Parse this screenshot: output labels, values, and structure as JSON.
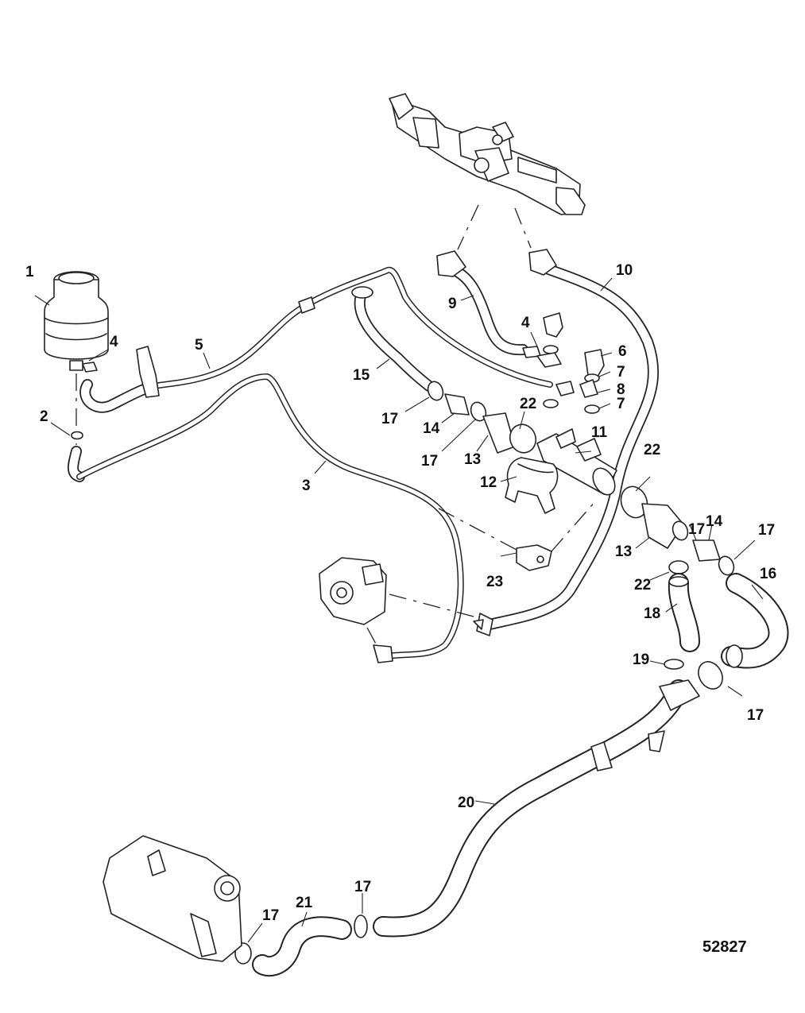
{
  "figure_number": "52827",
  "callouts": [
    "1",
    "2",
    "3",
    "4",
    "4",
    "5",
    "6",
    "7",
    "7",
    "8",
    "9",
    "10",
    "11",
    "12",
    "13",
    "13",
    "14",
    "14",
    "15",
    "16",
    "17",
    "17",
    "17",
    "17",
    "17",
    "17",
    "17",
    "18",
    "19",
    "20",
    "21",
    "22",
    "22",
    "22",
    "23"
  ]
}
